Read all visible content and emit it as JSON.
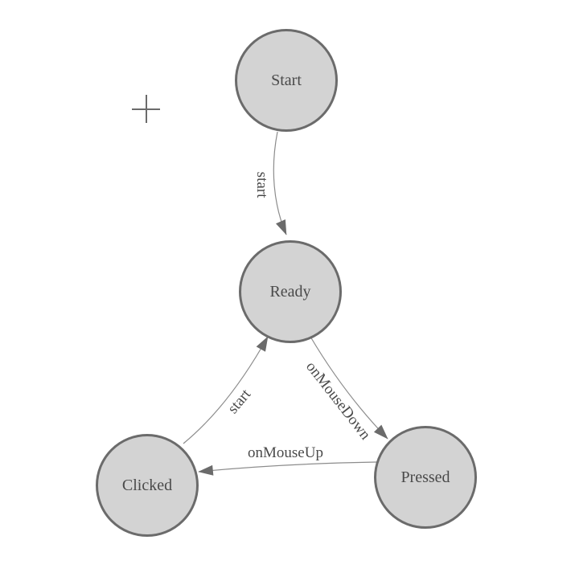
{
  "diagram": {
    "type": "state-machine",
    "nodes": [
      {
        "id": "start",
        "label": "Start"
      },
      {
        "id": "ready",
        "label": "Ready"
      },
      {
        "id": "clicked",
        "label": "Clicked"
      },
      {
        "id": "pressed",
        "label": "Pressed"
      }
    ],
    "edges": [
      {
        "from": "Start",
        "to": "Ready",
        "label": "start"
      },
      {
        "from": "Clicked",
        "to": "Ready",
        "label": "start"
      },
      {
        "from": "Ready",
        "to": "Pressed",
        "label": "onMouseDown"
      },
      {
        "from": "Pressed",
        "to": "Clicked",
        "label": "onMouseUp"
      }
    ],
    "colors": {
      "background": "#ffffff",
      "node_fill": "#d3d3d3",
      "node_border": "#6b6b6b",
      "node_text": "#4a4a4a",
      "edge_line": "#8c8c8c",
      "arrowhead": "#6b6b6b",
      "edge_label_text": "#4a4a4a",
      "crosshair": "#6b6b6b"
    }
  }
}
